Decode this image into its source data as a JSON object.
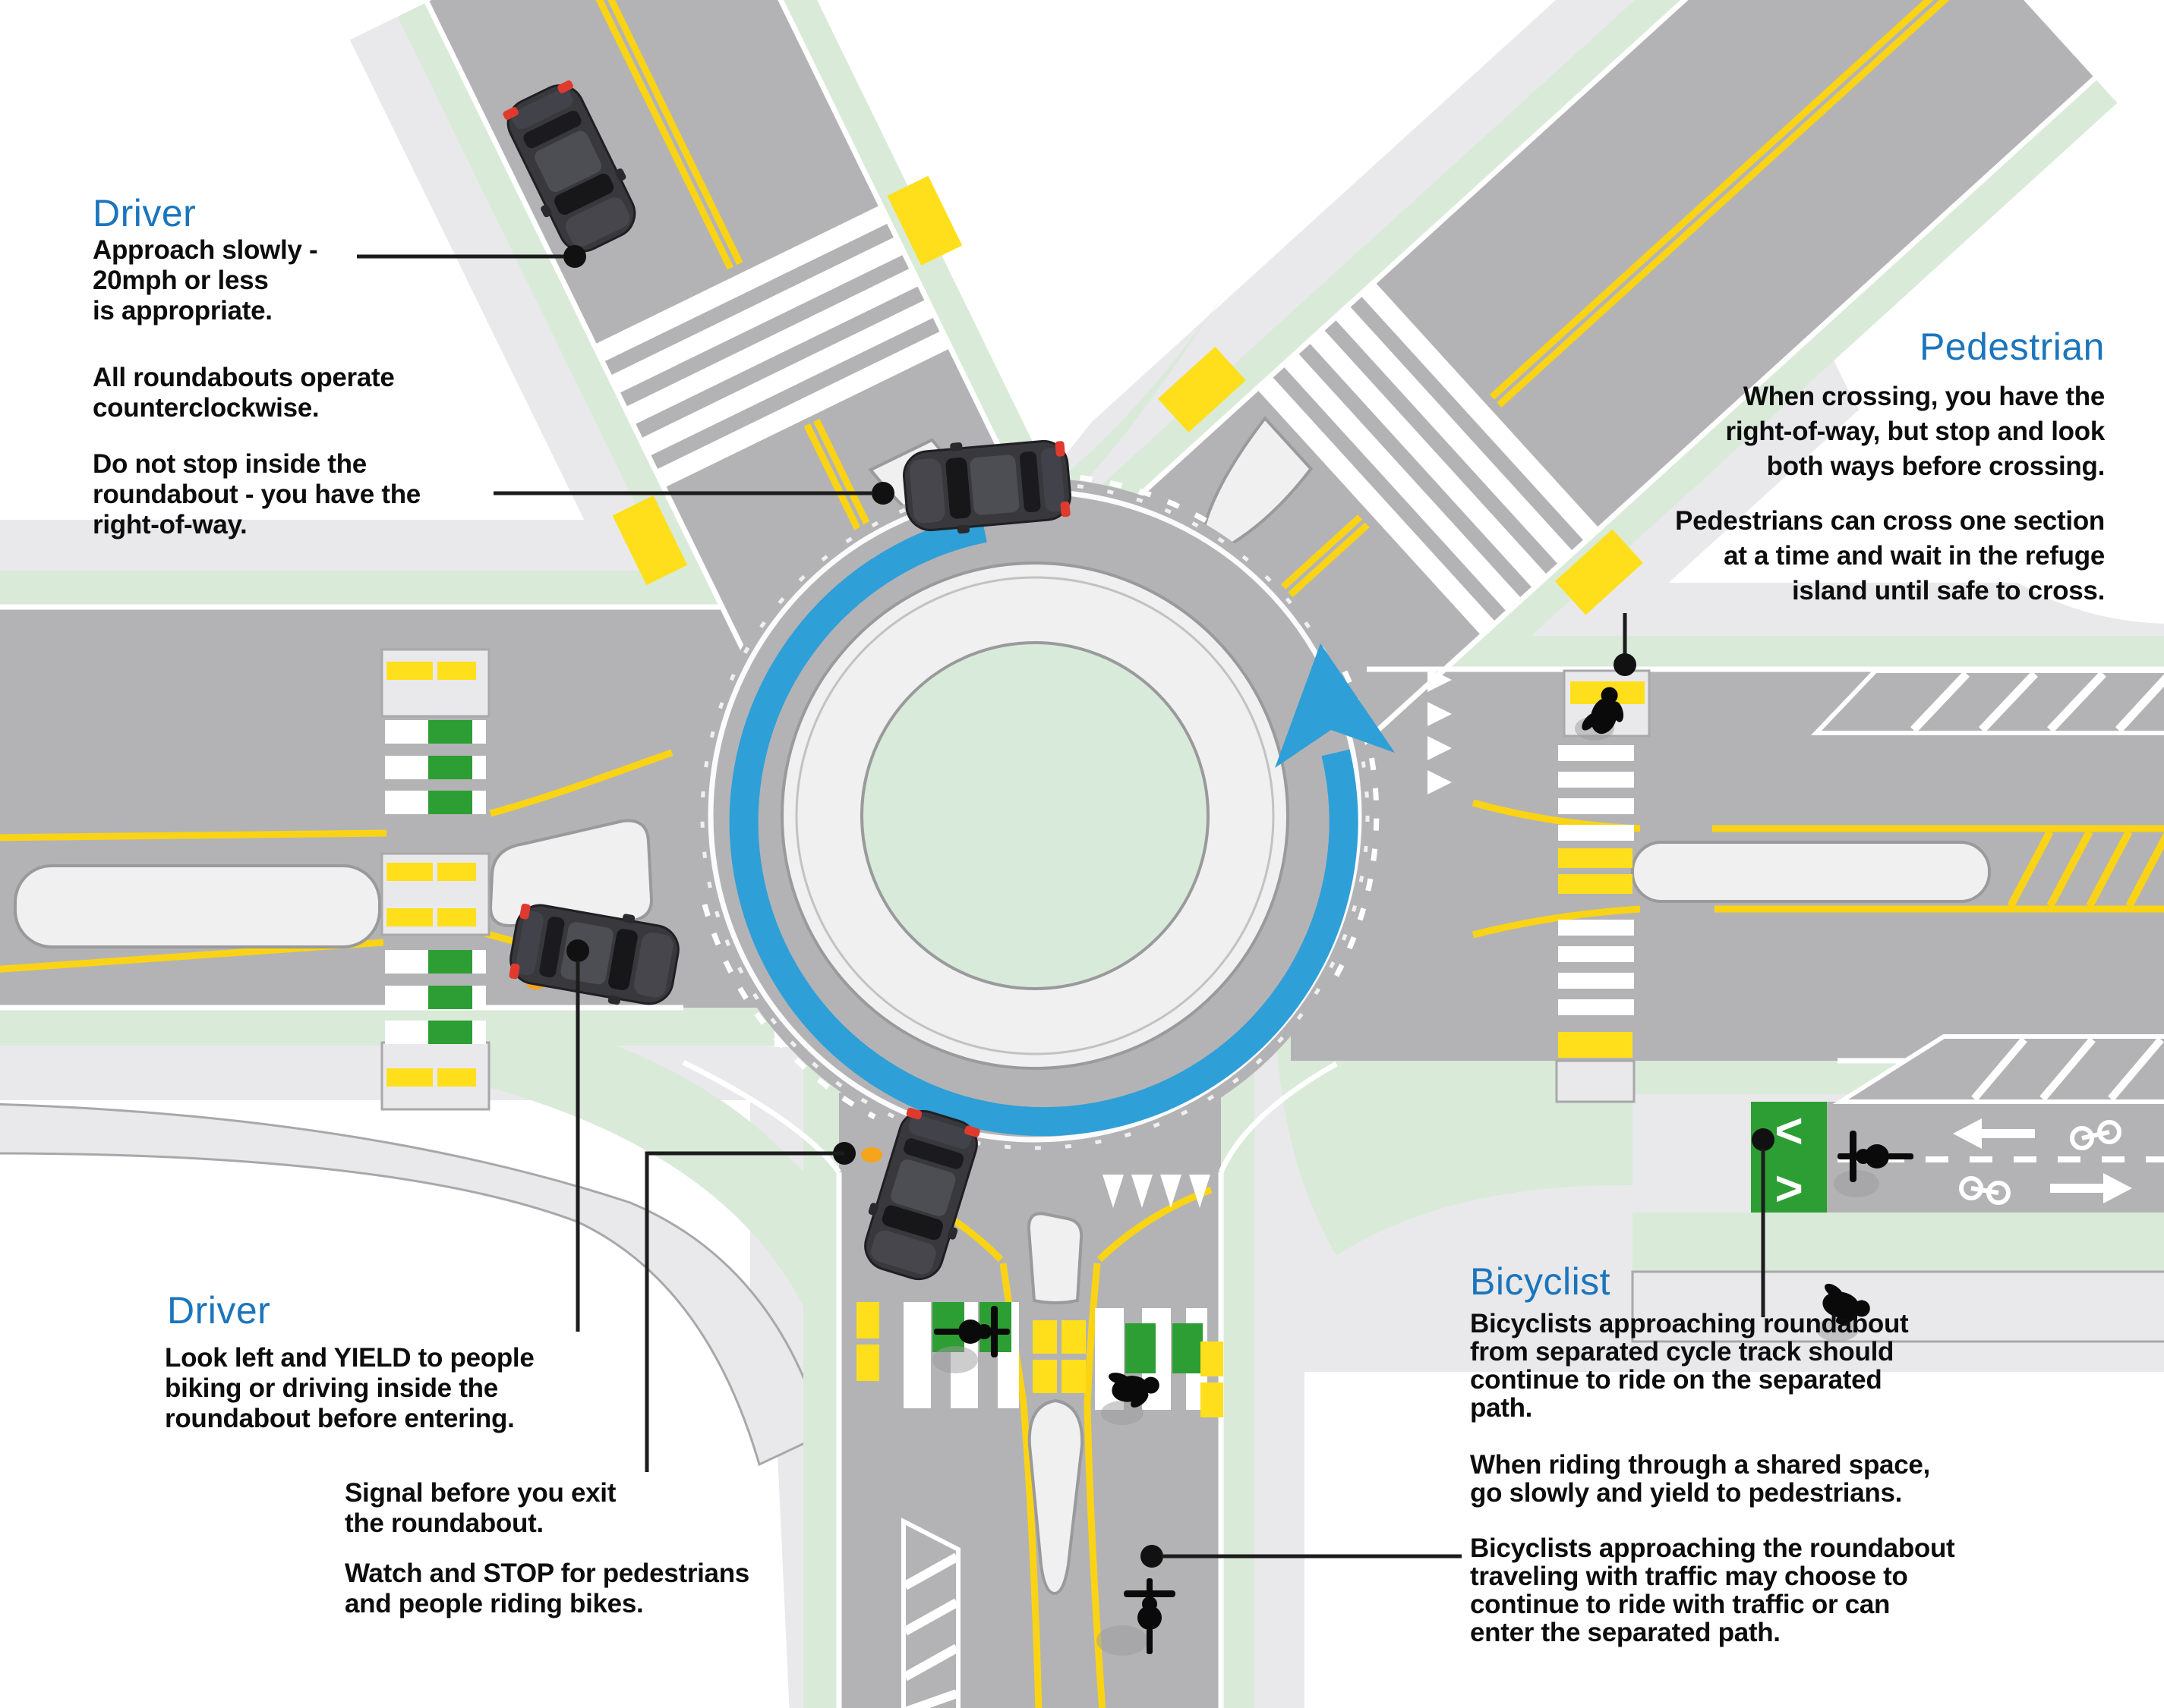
{
  "sections": {
    "driver_top": {
      "heading": "Driver",
      "paragraphs": [
        "Approach slowly -\n20mph or less\nis appropriate.",
        "All roundabouts operate\ncounterclockwise.",
        "Do not stop inside the\nroundabout - you have the\nright-of-way."
      ]
    },
    "pedestrian": {
      "heading": "Pedestrian",
      "paragraphs": [
        "When crossing, you have the\nright-of-way, but stop and look\nboth ways before crossing.",
        "Pedestrians can cross one section\nat a time and wait in the refuge\nisland until safe to cross."
      ]
    },
    "driver_bottom": {
      "heading": "Driver",
      "paragraphs": [
        "Look left and YIELD to people\nbiking or driving inside the\nroundabout before entering.",
        "Signal before you exit\nthe roundabout.",
        "Watch and STOP for pedestrians\nand people riding bikes."
      ]
    },
    "bicyclist": {
      "heading": "Bicyclist",
      "paragraphs": [
        "Bicyclists approaching roundabout\nfrom separated cycle track should\ncontinue to ride on the separated\npath.",
        "When riding through a shared space,\ngo slowly and yield to pedestrians.",
        "Bicyclists approaching the roundabout\ntraveling with traffic may choose to\ncontinue to ride with traffic or can\nenter the separated path."
      ]
    }
  },
  "markings": {
    "bike_box_chevron_left": "<",
    "bike_box_chevron_right": ">"
  },
  "colors": {
    "heading_blue": "#1b75bc",
    "arrow_blue": "#2f9fd8",
    "road_gray": "#b3b3b5",
    "sidewalk_gray": "#e9e9eb",
    "verge_green": "#d9ead9",
    "island_green": "#d8eada",
    "apron_white": "#f0f0f1",
    "bike_green": "#2d9e33",
    "marking_yellow": "#fad414",
    "tactile_yellow": "#ffdf1b",
    "car_black": "#38383d",
    "text_black": "#0d0d0d"
  }
}
